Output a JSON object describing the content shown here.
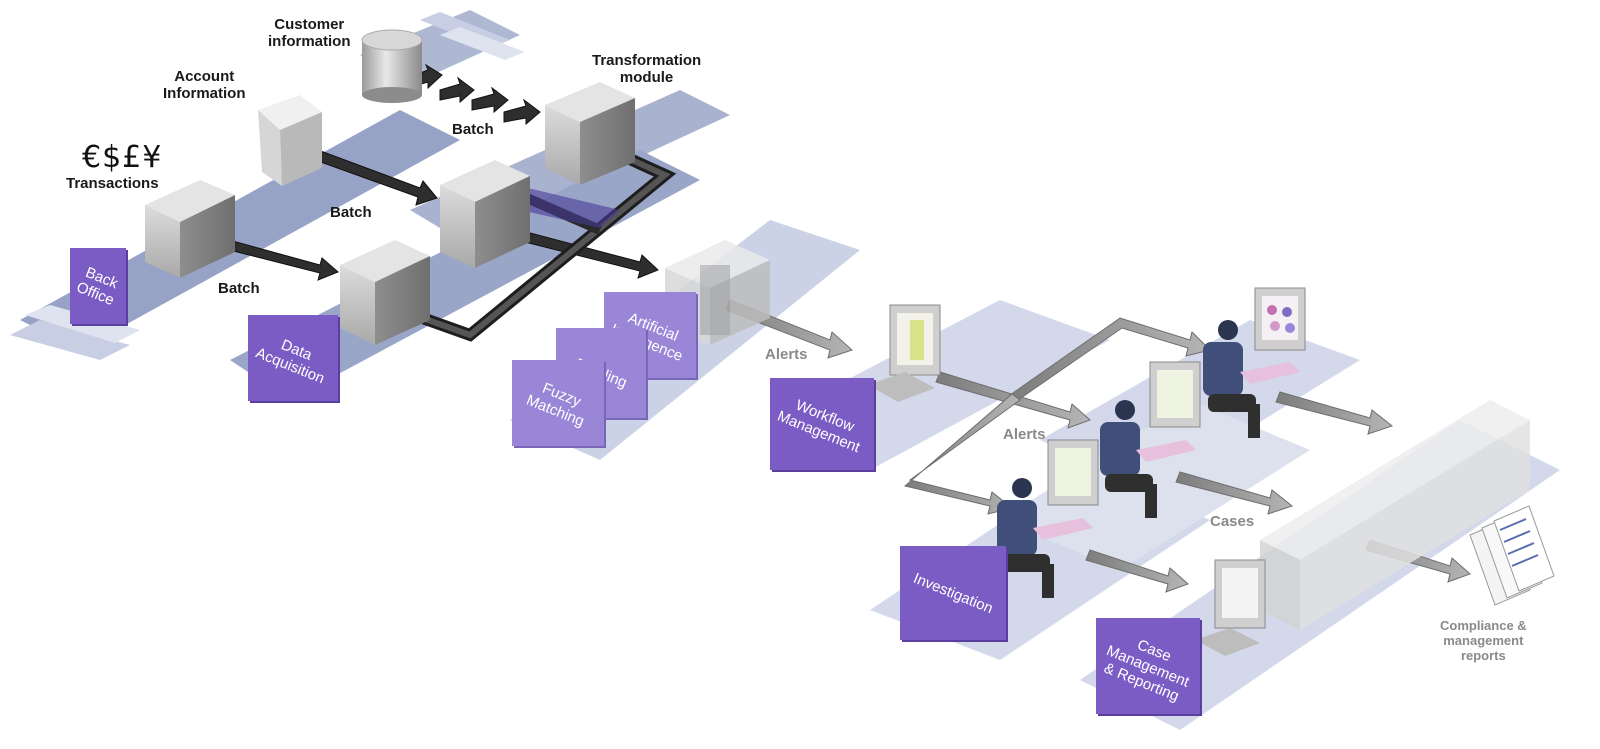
{
  "labels": {
    "customer_information": "Customer\ninformation",
    "account_information": "Account\nInformation",
    "transformation_module": "Transformation\nmodule",
    "currency_symbols": "€$£¥",
    "transactions": "Transactions",
    "batch_1": "Batch",
    "batch_2": "Batch",
    "batch_3": "Batch",
    "alerts_1": "Alerts",
    "alerts_2": "Alerts",
    "cases": "Cases",
    "reports": "Compliance &\nmanagement\nreports"
  },
  "modules": {
    "back_office": "Back\nOffice",
    "data_acquisition": "Data\nAcquisition",
    "artificial_intelligence": "Artificial\nIntelligence",
    "profiling": "Profiling",
    "fuzzy_matching": "Fuzzy\nMatching",
    "workflow_management": "Workflow\nManagement",
    "investigation": "Investigation",
    "case_management": "Case\nManagement\n& Reporting"
  },
  "colors": {
    "module_tag": "#7b5cc4",
    "platform_dark": "#9aa6c8",
    "platform_light": "#d4d9ea",
    "arrow_dark": "#2a2a2a",
    "arrow_light": "#8f8f8f"
  }
}
